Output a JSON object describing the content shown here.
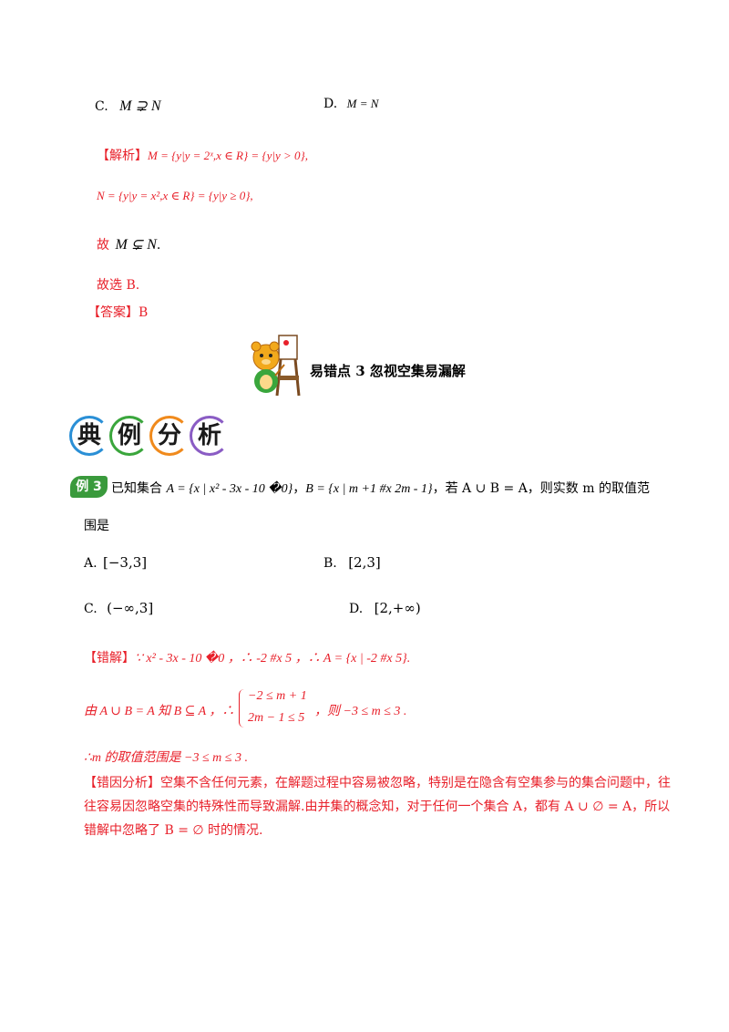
{
  "prev_question": {
    "option_c": {
      "label": "C.",
      "expr": "M ⊋ N"
    },
    "option_d": {
      "label": "D.",
      "expr": "M = N"
    }
  },
  "prev_solution": {
    "tag": "【解析】",
    "line1": "M = {y|y = 2ˣ,x ∈ R} = {y|y > 0},",
    "line2": "N = {y|y = x²,x ∈ R} = {y|y ≥ 0},",
    "line3_prefix": "故",
    "line3_expr": "M ⊊ N",
    "line3_suffix": ".",
    "choice": "故选 B.",
    "answer_tag": "【答案】",
    "answer": "B"
  },
  "section": {
    "title": "易错点 3  忽视空集易漏解",
    "mascot": "bear-painter-icon",
    "banner": [
      "典",
      "例",
      "分",
      "析"
    ],
    "banner_colors": [
      "#2a8fd6",
      "#3aa63c",
      "#f08a1c",
      "#8a5cc4"
    ]
  },
  "example": {
    "badge": "例 3",
    "stem_prefix": "已知集合",
    "set_a": "A = {x | x² - 3x - 10 �0}",
    "sep": "，",
    "set_b": "B = {x | m +1 #x    2m - 1}",
    "cond": "，若 A ∪ B = A，则实数 m 的取值范",
    "stem_line2": "围是",
    "options": [
      {
        "label": "A.",
        "value": "[−3,3]"
      },
      {
        "label": "B.",
        "value": "[2,3]"
      },
      {
        "label": "C.",
        "value": "(−∞,3]"
      },
      {
        "label": "D.",
        "value": "[2,+∞)"
      }
    ]
  },
  "wrong_solution": {
    "tag": "【错解】",
    "line1": "∵ x² - 3x - 10 �0 ，∴ -2 #x    5 ，∴ A = {x | -2 #x    5}.",
    "line2_prefix": "由 A ∪ B = A 知 B ⊆ A ，∴",
    "system_top": "−2 ≤ m + 1",
    "system_bottom": "2m − 1 ≤ 5",
    "line2_suffix": "，则 −3 ≤ m ≤ 3 .",
    "line3": "∴m 的取值范围是 −3 ≤ m ≤ 3 ."
  },
  "analysis": {
    "tag": "【错因分析】",
    "text": "空集不含任何元素，在解题过程中容易被忽略，特别是在隐含有空集参与的集合问题中，往往容易因忽略空集的特殊性而导致漏解.由并集的概念知，对于任何一个集合 A，都有 A ∪ ∅ = A，所以错解中忽略了 B = ∅ 时的情况."
  }
}
